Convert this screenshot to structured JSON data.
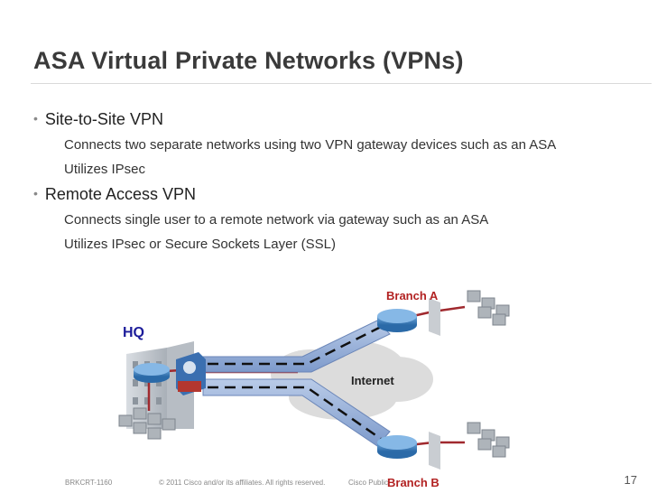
{
  "slide": {
    "title": "ASA Virtual Private Networks (VPNs)",
    "bullets": [
      {
        "text": "Site-to-Site VPN",
        "sub": [
          "Connects two separate networks using two VPN gateway devices such as an ASA",
          "Utilizes IPsec"
        ]
      },
      {
        "text": "Remote Access VPN",
        "sub": [
          "Connects single user to a remote network via gateway such as an ASA",
          "Utilizes IPsec or Secure Sockets Layer (SSL)"
        ]
      }
    ]
  },
  "diagram": {
    "labels": {
      "hq": "HQ",
      "branch_a": "Branch A",
      "internet": "Internet",
      "branch_b": "Branch B"
    },
    "colors": {
      "branch_label": "#b22222",
      "link": "#a0292e",
      "tunnel_fill": "#93aed8",
      "hq_label": "#1c1c9a"
    }
  },
  "footer": {
    "code": "BRKCRT-1160",
    "copyright": "© 2011 Cisco and/or its affiliates. All rights reserved.",
    "classification": "Cisco Public",
    "page": "17"
  }
}
